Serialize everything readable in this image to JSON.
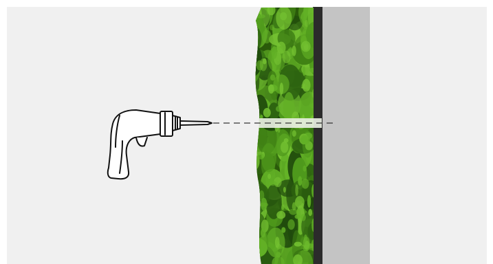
{
  "diagram": {
    "type": "drilling-through-moss-panel-into-wall",
    "components": [
      "drill-icon",
      "drill-path-guide",
      "moss-panel",
      "backing-board",
      "wall"
    ]
  },
  "colors": {
    "page_border": "#ffffff",
    "background": "#f0f0f0",
    "moss_base": "#2a5a0a",
    "moss_shades": [
      "#1f4a0c",
      "#2e6410",
      "#3f8014",
      "#4f9a1c",
      "#62b026",
      "#75c232"
    ],
    "backing_board": "#2b2b2b",
    "wall": "#c4c4c4",
    "drill_hole": "#e8eee2",
    "guide_line": "#333333",
    "drill_outline": "#111111",
    "drill_fill": "#ffffff"
  },
  "icons": {
    "drill": "power-drill-icon"
  }
}
